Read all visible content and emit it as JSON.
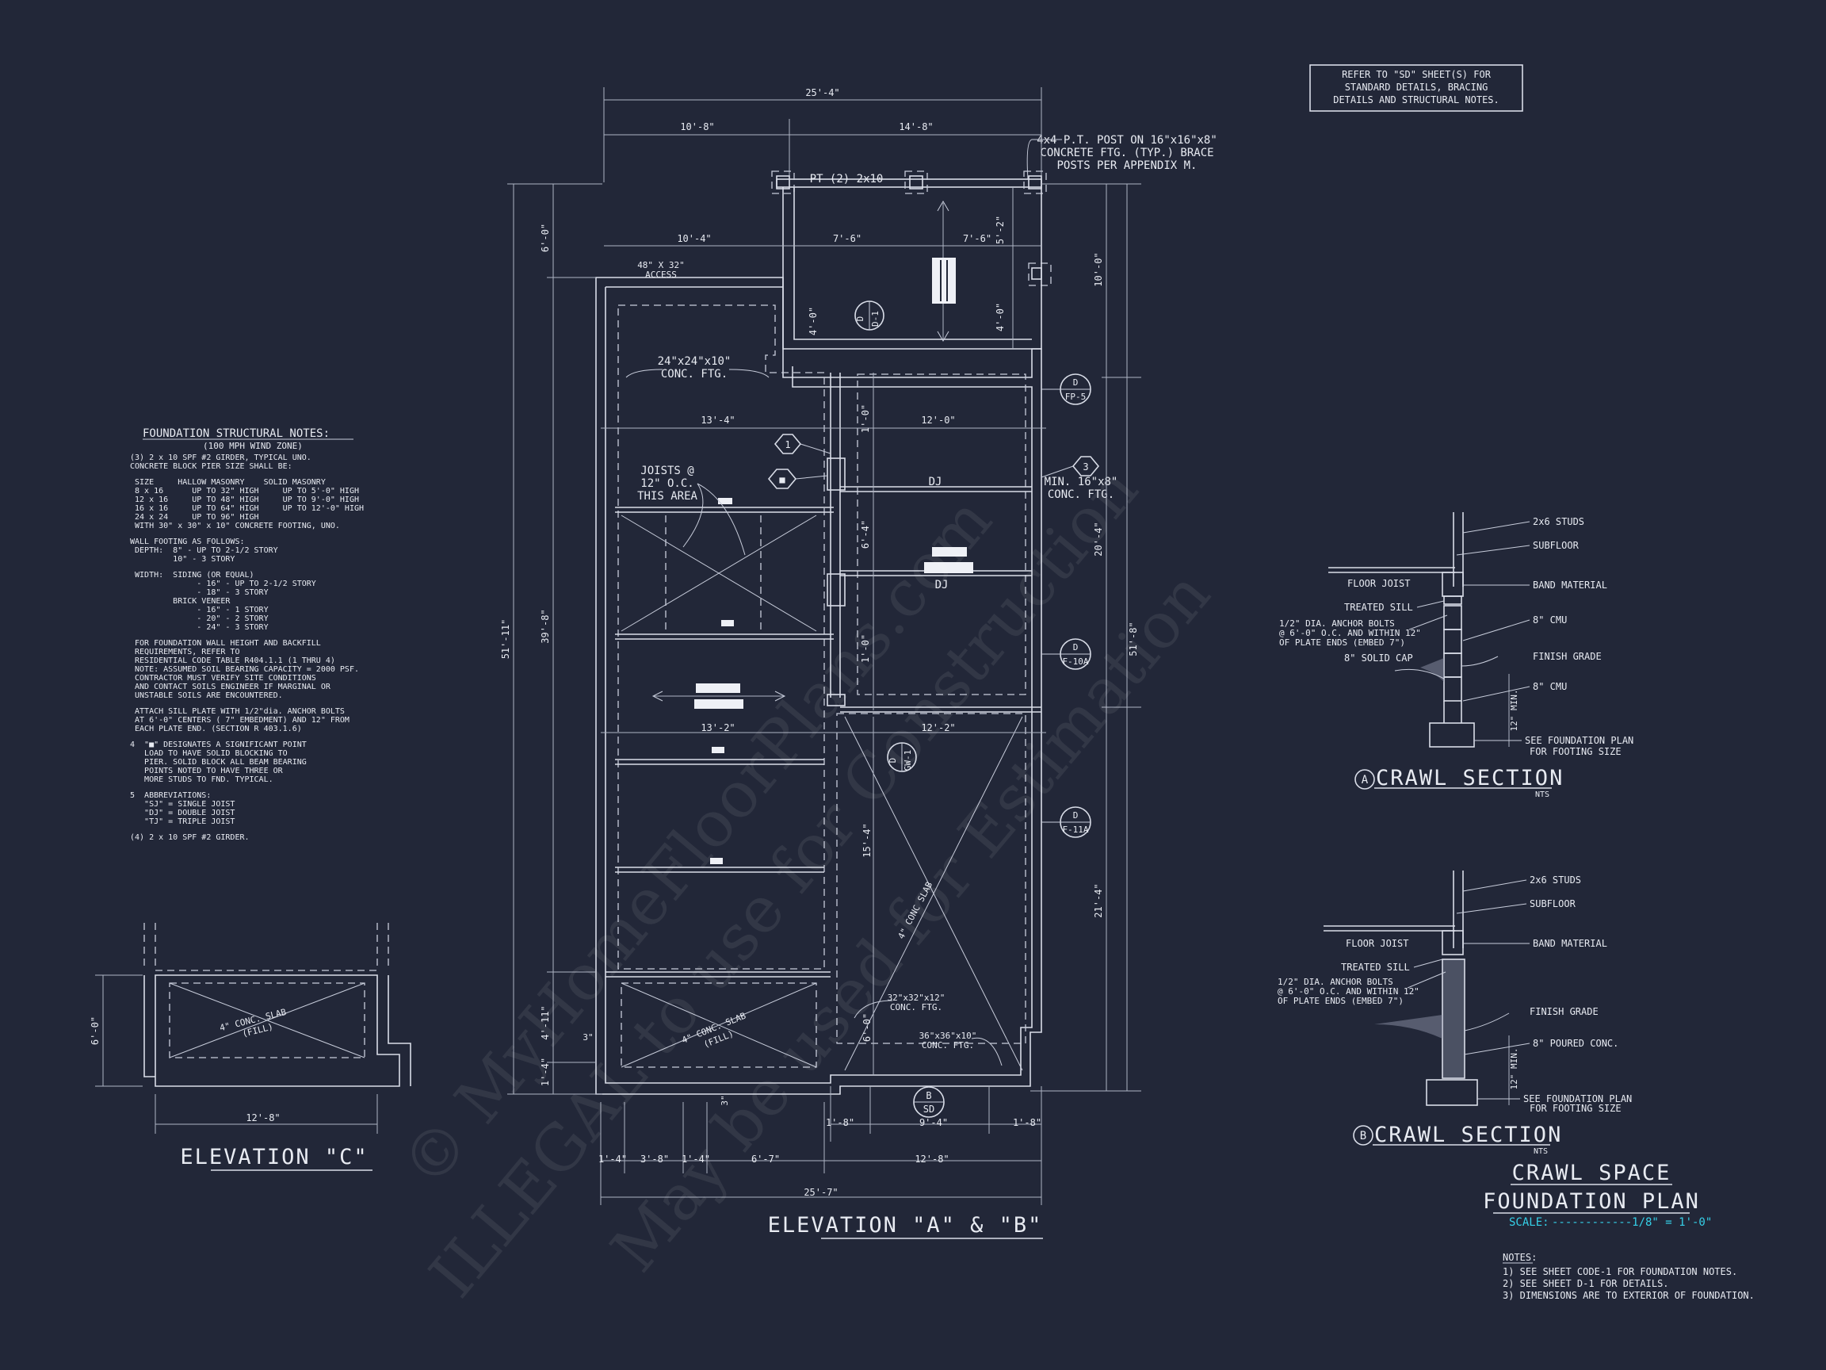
{
  "refer_box": [
    "REFER TO \"SD\" SHEET(S) FOR",
    "STANDARD DETAILS, BRACING",
    "DETAILS AND STRUCTURAL NOTES."
  ],
  "post_note": [
    "4x4 P.T. POST ON 16\"x16\"x8\"",
    "CONCRETE FTG. (TYP.) BRACE",
    "POSTS PER APPENDIX M."
  ],
  "plan": {
    "dim_overall_top": "25'-4\"",
    "dim_top_left": "10'-8\"",
    "dim_top_right": "14'-8\"",
    "beam_label": "PT (2) 2x10",
    "dim_porch_a": "10'-4\"",
    "dim_porch_b": "7'-6\"",
    "dim_porch_c": "7'-6\"",
    "dim_5_2": "5'-2\"",
    "dim_6_0_top": "6'-0\"",
    "dim_4_0_a": "4'-0\"",
    "dim_4_0_b": "4'-0\"",
    "dim_10_0": "10'-0\"",
    "access_note": [
      "48\" X 32\"",
      "ACCESS"
    ],
    "ftg_note_1": [
      "24\"x24\"x10\"",
      "CONC. FTG."
    ],
    "dim_13_4": "13'-4\"",
    "dim_12_0": "12'-0\"",
    "joists_note": [
      "JOISTS @",
      "12\" O.C.",
      "THIS AREA"
    ],
    "min_ftg_note": [
      "MIN. 16\"x8\"",
      "CONC. FTG."
    ],
    "dj_1": "DJ",
    "dj_2": "DJ",
    "dim_1_0_a": "1'-0\"",
    "dim_6_4": "6'-4\"",
    "dim_1_0_b": "1'-0\"",
    "dim_13_2": "13'-2\"",
    "dim_12_2": "12'-2\"",
    "dim_15_4": "15'-4\"",
    "dim_6_0_low": "6'-0\"",
    "slab_note_1": "4\" CONC SLAB",
    "slab_note_2": [
      "4\" CONC. SLAB",
      "(FILL)"
    ],
    "ftg_note_2": [
      "32\"x32\"x12\"",
      "CONC. FTG."
    ],
    "ftg_note_3": [
      "36\"x36\"x10\"",
      "CONC. FTG."
    ],
    "dim_left_51_11": "51'-11\"",
    "dim_left_39_8": "39'-8\"",
    "dim_left_4_11": "4'-11\"",
    "dim_left_1_4": "1'-4\"",
    "dim_right_20_4": "20'-4\"",
    "dim_right_21_4": "21'-4\"",
    "dim_right_51_8": "51'-8\"",
    "dim_3_a": "3\"",
    "dim_3_b": "3\"",
    "dim_bot_1_8_a": "1'-8\"",
    "dim_bot_9_4": "9'-4\"",
    "dim_bot_1_8_b": "1'-8\"",
    "dim_bot_1_4_a": "1'-4\"",
    "dim_bot_3_8": "3'-8\"",
    "dim_bot_1_4_b": "1'-4\"",
    "dim_bot_6_7": "6'-7\"",
    "dim_bot_12_8": "12'-8\"",
    "dim_overall_bottom": "25'-7\"",
    "title": "ELEVATION \"A\" & \"B\"",
    "tags": [
      {
        "top": "D",
        "bottom": "D-1"
      },
      {
        "top": "D",
        "bottom": "FP-5"
      },
      {
        "top": "D",
        "bottom": "F-10A"
      },
      {
        "top": "D",
        "bottom": "F-11A"
      },
      {
        "top": "D",
        "bottom": "GW-1"
      },
      {
        "top": "B",
        "bottom": "SD"
      }
    ],
    "hex_tags": [
      "1",
      "3",
      "■"
    ]
  },
  "notes": {
    "title": "FOUNDATION STRUCTURAL NOTES:",
    "subtitle": "(100 MPH WIND ZONE)",
    "lines": [
      "(3) 2 x 10 SPF #2 GIRDER, TYPICAL UNO.",
      "CONCRETE BLOCK PIER SIZE SHALL BE:",
      " SIZE     HALLOW MASONRY    SOLID MASONRY",
      " 8 x 16      UP TO 32\" HIGH     UP TO 5'-0\" HIGH",
      " 12 x 16     UP TO 48\" HIGH     UP TO 9'-0\" HIGH",
      " 16 x 16     UP TO 64\" HIGH     UP TO 12'-0\" HIGH",
      " 24 x 24     UP TO 96\" HIGH",
      " WITH 30\" x 30\" x 10\" CONCRETE FOOTING, UNO.",
      "WALL FOOTING AS FOLLOWS:",
      " DEPTH:  8\" - UP TO 2-1/2 STORY",
      "         10\" - 3 STORY",
      " WIDTH:  SIDING (OR EQUAL)",
      "              - 16\" - UP TO 2-1/2 STORY",
      "              - 18\" - 3 STORY",
      "         BRICK VENEER",
      "              - 16\" - 1 STORY",
      "              - 20\" - 2 STORY",
      "              - 24\" - 3 STORY",
      " FOR FOUNDATION WALL HEIGHT AND BACKFILL",
      " REQUIREMENTS, REFER TO",
      " RESIDENTIAL CODE TABLE R404.1.1 (1 THRU 4)",
      " NOTE: ASSUMED SOIL BEARING CAPACITY = 2000 PSF.",
      " CONTRACTOR MUST VERIFY SITE CONDITIONS",
      " AND CONTACT SOILS ENGINEER IF MARGINAL OR",
      " UNSTABLE SOILS ARE ENCOUNTERED.",
      " ATTACH SILL PLATE WITH 1/2\"dia. ANCHOR BOLTS",
      " AT 6'-0\" CENTERS ( 7\" EMBEDMENT) AND 12\" FROM",
      " EACH PLATE END. (SECTION R 403.1.6)",
      "4  \"■\" DESIGNATES A SIGNIFICANT POINT",
      "   LOAD TO HAVE SOLID BLOCKING TO",
      "   PIER. SOLID BLOCK ALL BEAM BEARING",
      "   POINTS NOTED TO HAVE THREE OR",
      "   MORE STUDS TO FND. TYPICAL.",
      "5  ABBREVIATIONS:",
      "   \"SJ\" = SINGLE JOIST",
      "   \"DJ\" = DOUBLE JOIST",
      "   \"TJ\" = TRIPLE JOIST",
      "(4) 2 x 10 SPF #2 GIRDER."
    ]
  },
  "elev_c": {
    "slab_note": [
      "4\" CONC. SLAB",
      "(FILL)"
    ],
    "dim_height": "6'-0\"",
    "dim_width": "12'-8\"",
    "title": "ELEVATION \"C\""
  },
  "section_a": {
    "labels": [
      "2x6 STUDS",
      "SUBFLOOR",
      "FLOOR JOIST",
      "BAND MATERIAL",
      "TREATED SILL",
      "1/2\" DIA. ANCHOR BOLTS",
      "@ 6'-0\" O.C. AND WITHIN 12\"",
      "OF PLATE ENDS (EMBED 7\")",
      "8\" CMU",
      "FINISH GRADE",
      "8\" SOLID CAP",
      "8\" CMU",
      "12\" MIN.",
      "SEE FOUNDATION PLAN",
      "FOR FOOTING SIZE"
    ],
    "title_letter": "A",
    "title": "CRAWL SECTION",
    "nts": "NTS"
  },
  "section_b": {
    "labels": [
      "2x6 STUDS",
      "SUBFLOOR",
      "FLOOR JOIST",
      "BAND MATERIAL",
      "TREATED SILL",
      "1/2\" DIA. ANCHOR BOLTS",
      "@ 6'-0\" O.C. AND WITHIN 12\"",
      "OF PLATE ENDS (EMBED 7\")",
      "FINISH GRADE",
      "8\" POURED CONC.",
      "12\" MIN.",
      "SEE FOUNDATION PLAN",
      "FOR FOOTING SIZE"
    ],
    "title_letter": "B",
    "title": "CRAWL SECTION",
    "nts": "NTS"
  },
  "title_block": {
    "line1": "CRAWL SPACE",
    "line2": "FOUNDATION PLAN",
    "scale_label": "SCALE:",
    "scale_value": "------------1/8\" = 1'-0\""
  },
  "footer_notes": {
    "title": "NOTES:",
    "items": [
      "1)  SEE SHEET CODE-1 FOR FOUNDATION NOTES.",
      "2)  SEE SHEET D-1 FOR DETAILS.",
      "3)  DIMENSIONS ARE TO EXTERIOR OF FOUNDATION."
    ]
  },
  "watermark": [
    "© MyHomeFloorPlans.com",
    "ILLEGAL to use for Construction",
    "May be used for Estimation"
  ],
  "colors": {
    "background": "#222738",
    "linework": "#d9dde8",
    "scale_accent": "#35d0e8"
  }
}
